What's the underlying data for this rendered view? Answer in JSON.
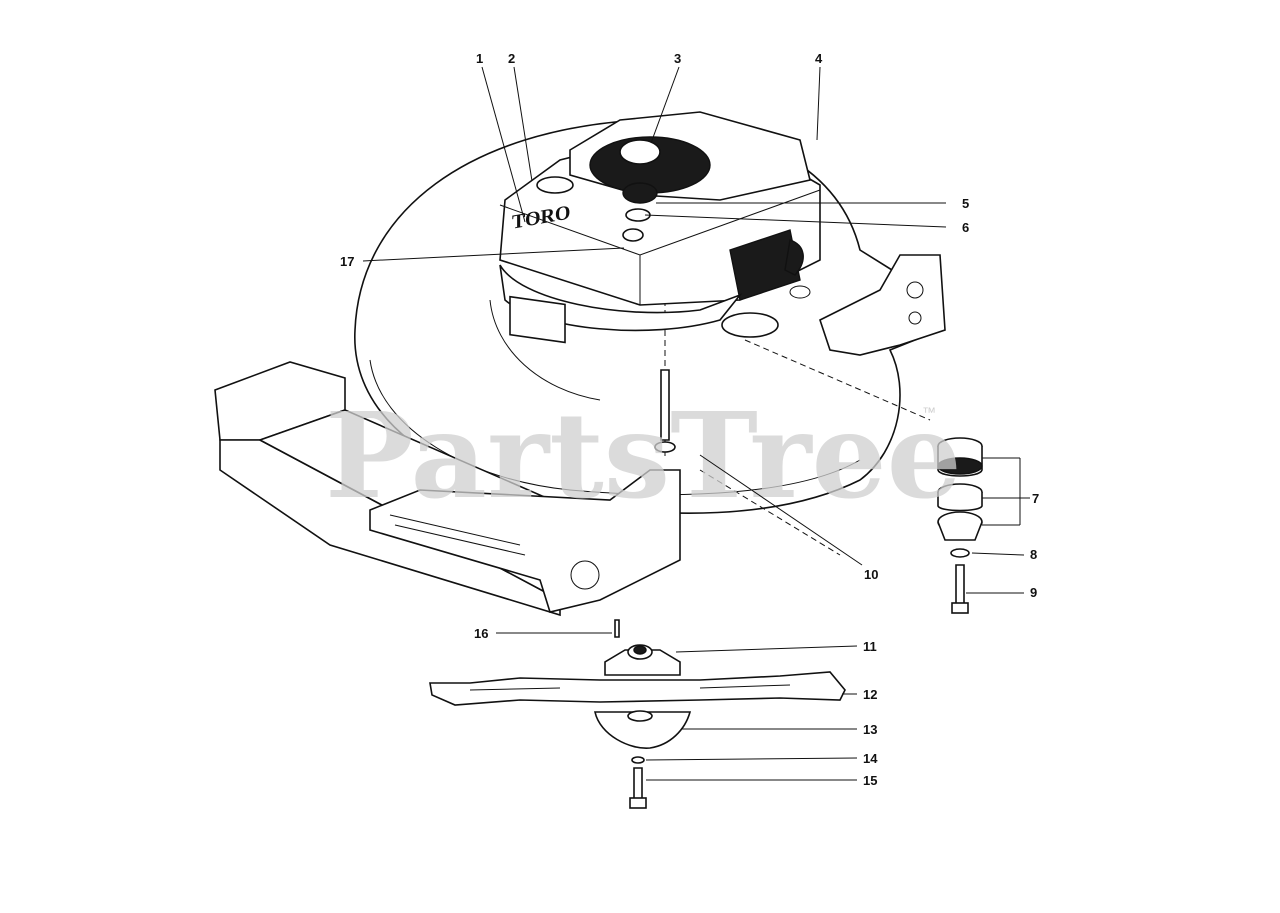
{
  "watermark": {
    "text": "PartsTree",
    "mark": "™"
  },
  "brand_plate": {
    "text": "TORO"
  },
  "callouts": [
    {
      "id": "c1",
      "label": "1"
    },
    {
      "id": "c2",
      "label": "2"
    },
    {
      "id": "c3",
      "label": "3"
    },
    {
      "id": "c4",
      "label": "4"
    },
    {
      "id": "c5",
      "label": "5"
    },
    {
      "id": "c6",
      "label": "6"
    },
    {
      "id": "c7",
      "label": "7"
    },
    {
      "id": "c8",
      "label": "8"
    },
    {
      "id": "c9",
      "label": "9"
    },
    {
      "id": "c10",
      "label": "10"
    },
    {
      "id": "c11",
      "label": "11"
    },
    {
      "id": "c12",
      "label": "12"
    },
    {
      "id": "c13",
      "label": "13"
    },
    {
      "id": "c14",
      "label": "14"
    },
    {
      "id": "c15",
      "label": "15"
    },
    {
      "id": "c16",
      "label": "16"
    },
    {
      "id": "c17",
      "label": "17"
    }
  ]
}
